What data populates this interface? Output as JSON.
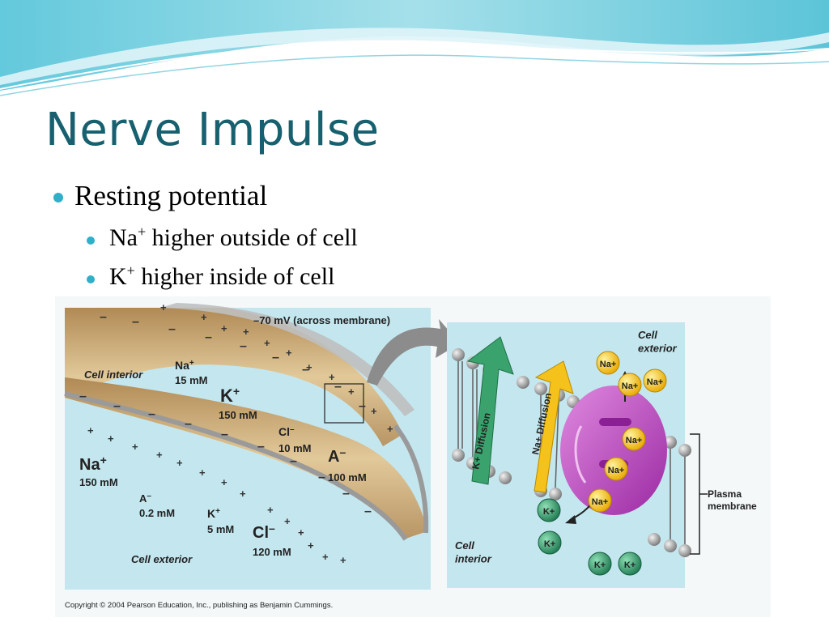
{
  "slide": {
    "title": "Nerve Impulse",
    "bullets": [
      {
        "text": "Resting potential",
        "ion": "",
        "rest": ""
      },
      {
        "text": "Na",
        "ion": "+",
        "rest": " higher outside of cell"
      },
      {
        "text": "K",
        "ion": "+",
        "rest": " higher inside of cell"
      }
    ]
  },
  "figure": {
    "membrane_potential": "–70 mV (across membrane)",
    "left_panel": {
      "cell_interior_label": "Cell interior",
      "cell_exterior_label": "Cell exterior",
      "inside": [
        {
          "ion": "Na",
          "charge": "+",
          "conc": "15 mM"
        },
        {
          "ion": "K",
          "charge": "+",
          "conc": "150 mM"
        },
        {
          "ion": "Cl",
          "charge": "–",
          "conc": "10 mM"
        },
        {
          "ion": "A",
          "charge": "–",
          "conc": "100 mM"
        }
      ],
      "outside": [
        {
          "ion": "Na",
          "charge": "+",
          "conc": "150 mM"
        },
        {
          "ion": "A",
          "charge": "–",
          "conc": "0.2 mM"
        },
        {
          "ion": "K",
          "charge": "+",
          "conc": "5 mM"
        },
        {
          "ion": "Cl",
          "charge": "–",
          "conc": "120 mM"
        }
      ]
    },
    "right_panel": {
      "cell_exterior_label": "Cell\nexterior",
      "cell_interior_label": "Cell\ninterior",
      "plasma_membrane_label": "Plasma\nmembrane",
      "k_diffusion_label": "K+ Diffusion",
      "na_diffusion_label": "Na+ Diffusion",
      "na_ion": "Na+",
      "k_ion": "K+"
    }
  },
  "copyright": "Copyright © 2004 Pearson Education, Inc., publishing as Benjamin Cummings.",
  "colors": {
    "title": "#17606f",
    "bullet": "#2fb0c8",
    "panel_bg": "#c4e7ef",
    "cell_tan": "#c9a978",
    "membrane_pink": "#c04ac4",
    "na_yellow": "#f4c21a",
    "k_green": "#2f9a6a",
    "arrow_green": "#3aa36d"
  }
}
